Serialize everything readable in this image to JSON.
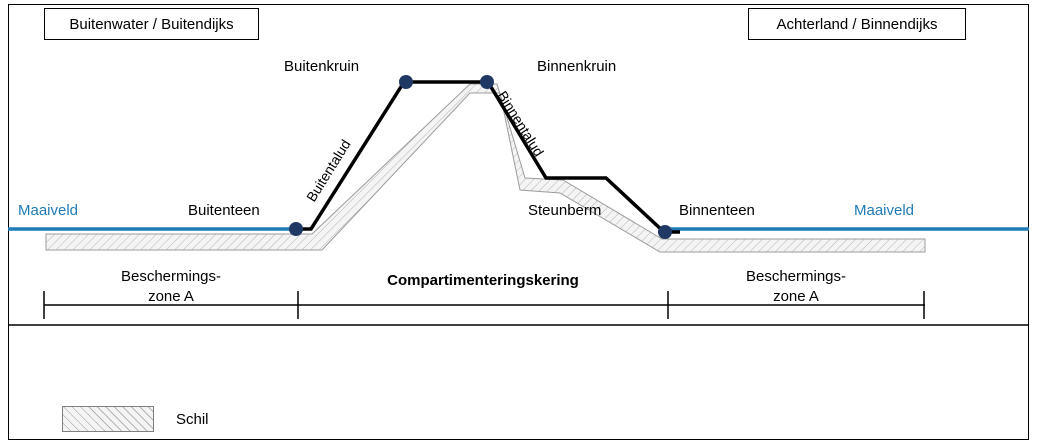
{
  "diagram": {
    "title_left": "Buitenwater / Buitendijks",
    "title_right": "Achterland / Binnendijks",
    "labels": {
      "buitenkruin": "Buitenkruin",
      "binnenkruin": "Binnenkruin",
      "buitentalud": "Buitentalud",
      "binnentalud": "Binnentalud",
      "buitenteen": "Buitenteen",
      "binnenteen": "Binnenteen",
      "steunberm": "Steunberm",
      "maaiveld_left": "Maaiveld",
      "maaiveld_right": "Maaiveld",
      "zone_left_line1": "Beschermings-",
      "zone_left_line2": "zone A",
      "zone_right_line1": "Beschermings-",
      "zone_right_line2": "zone A",
      "kering": "Compartimenteringskering"
    },
    "legend": {
      "label": "Schil"
    },
    "colors": {
      "water_line": "#1f7bb6",
      "maaiveld_text": "#1f7bb6",
      "dike_outline": "#000000",
      "node_fill": "#1f3864",
      "schil_fill": "#f2f2f2",
      "schil_hatch": "#b0b0b0",
      "frame": "#000000"
    }
  }
}
